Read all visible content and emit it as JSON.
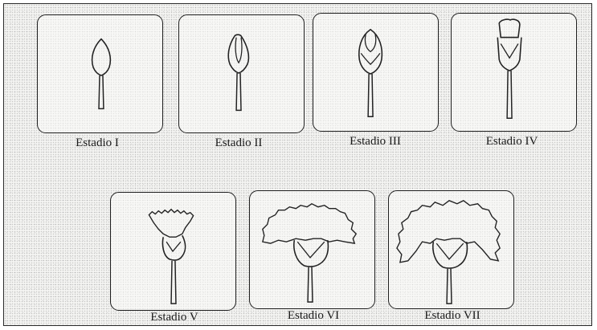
{
  "stages": [
    {
      "label": "Estadio I"
    },
    {
      "label": "Estadio II"
    },
    {
      "label": "Estadio III"
    },
    {
      "label": "Estadio IV"
    },
    {
      "label": "Estadio V"
    },
    {
      "label": "Estadio VI"
    },
    {
      "label": "Estadio VII"
    }
  ]
}
